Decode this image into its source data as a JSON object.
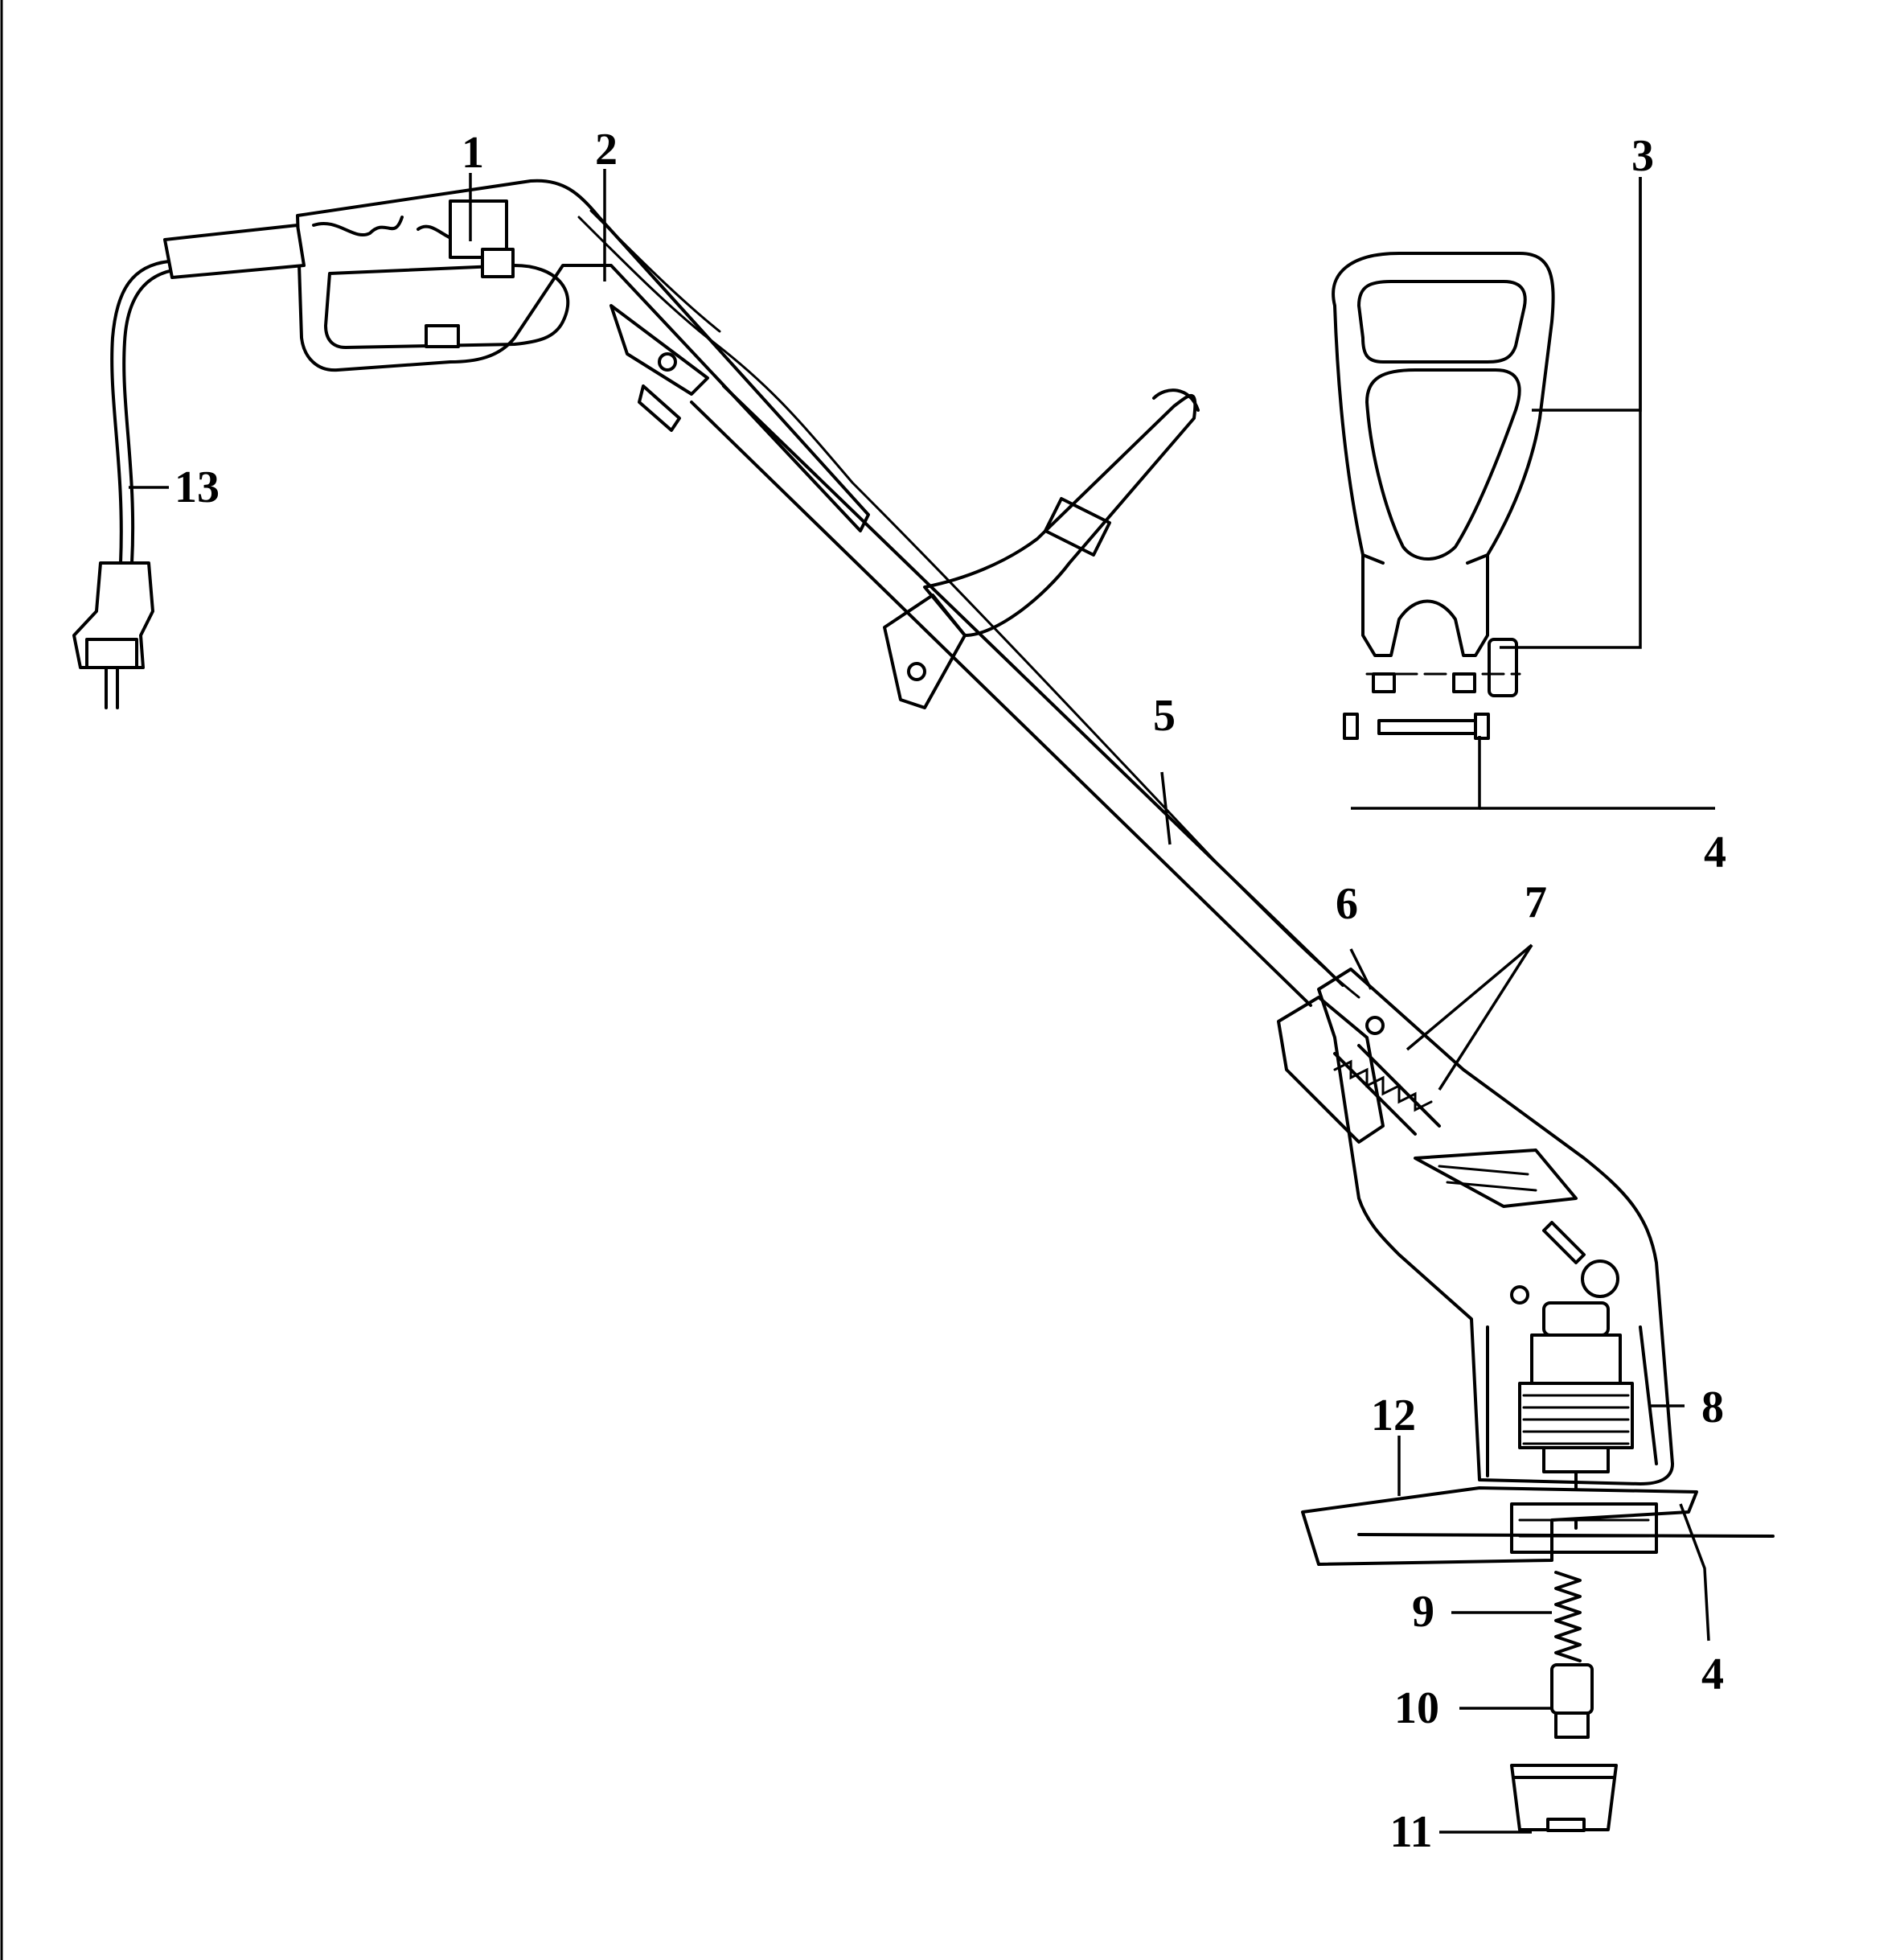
{
  "callouts": {
    "c1": "1",
    "c2": "2",
    "c3": "3",
    "c4a": "4",
    "c4b": "4",
    "c5": "5",
    "c6": "6",
    "c7": "7",
    "c8": "8",
    "c9": "9",
    "c10": "10",
    "c11": "11",
    "c12": "12",
    "c13": "13"
  }
}
